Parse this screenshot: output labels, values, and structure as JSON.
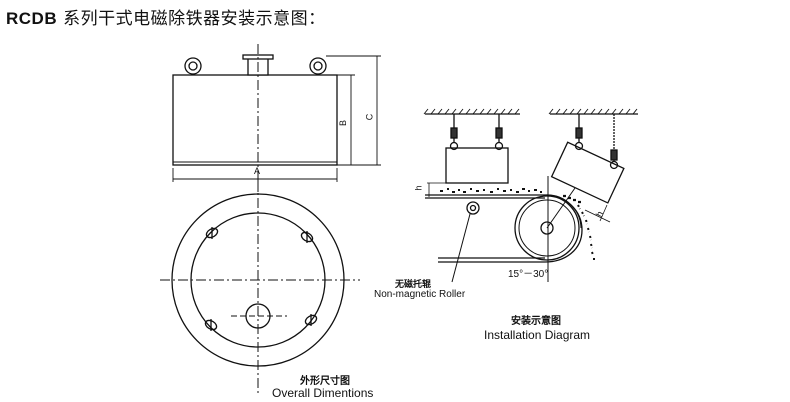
{
  "title": {
    "prefix": "RCDB",
    "text": "系列干式电磁除铁器安装示意图："
  },
  "overall_dimensions": {
    "caption_zh": "外形尺寸图",
    "caption_en": "Overall Dimentions",
    "dim_labels": {
      "width": "A",
      "height_body": "B",
      "height_total": "C"
    }
  },
  "installation_diagram": {
    "caption_zh": "安装示意图",
    "caption_en": "Installation Diagram",
    "gap_label": "h",
    "angle_label": "15°－30°",
    "roller_label_zh": "无磁托辊",
    "roller_label_en": "Non-magnetic Roller"
  },
  "colors": {
    "line": "#111111",
    "background": "#ffffff"
  }
}
